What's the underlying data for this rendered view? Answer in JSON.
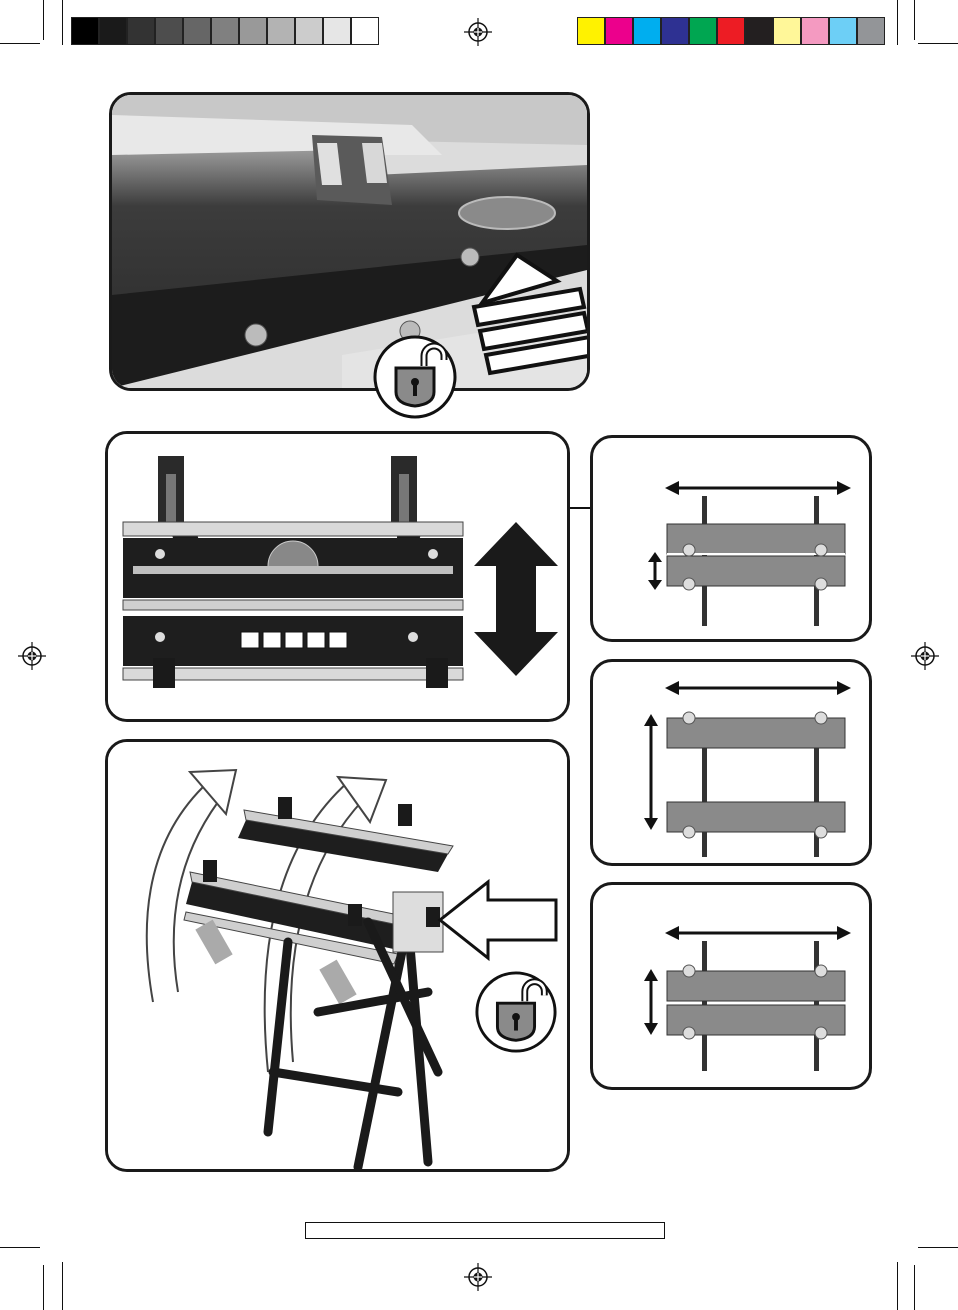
{
  "page": {
    "grayscale_swatches": [
      "#000000",
      "#1a1a1a",
      "#333333",
      "#4d4d4d",
      "#666666",
      "#808080",
      "#999999",
      "#b3b3b3",
      "#cccccc",
      "#e6e6e6",
      "#ffffff"
    ],
    "color_swatches": [
      "#fff200",
      "#ec008c",
      "#00aeef",
      "#2e3192",
      "#00a651",
      "#ed1c24",
      "#231f20",
      "#fff799",
      "#f49ac1",
      "#6dcff6",
      "#939598"
    ]
  },
  "icons": {
    "registration": "registration-mark-icon",
    "unlock": "unlock-padlock-icon",
    "double_arrow": "double-arrow-icon",
    "push_arrow": "push-arrow-icon",
    "curved_arrow": "curved-arrow-icon"
  },
  "figures": [
    {
      "id": "fig1",
      "subject": "rail-close-up-photo"
    },
    {
      "id": "fig2",
      "subject": "clamp-top-photo"
    },
    {
      "id": "fig3",
      "subject": "workbench-folding-photo"
    },
    {
      "id": "diag1",
      "subject": "jaw-spacing-narrow"
    },
    {
      "id": "diag2",
      "subject": "jaw-spacing-wide"
    },
    {
      "id": "diag3",
      "subject": "jaw-spacing-medium"
    }
  ],
  "footer": {
    "page_box": ""
  }
}
